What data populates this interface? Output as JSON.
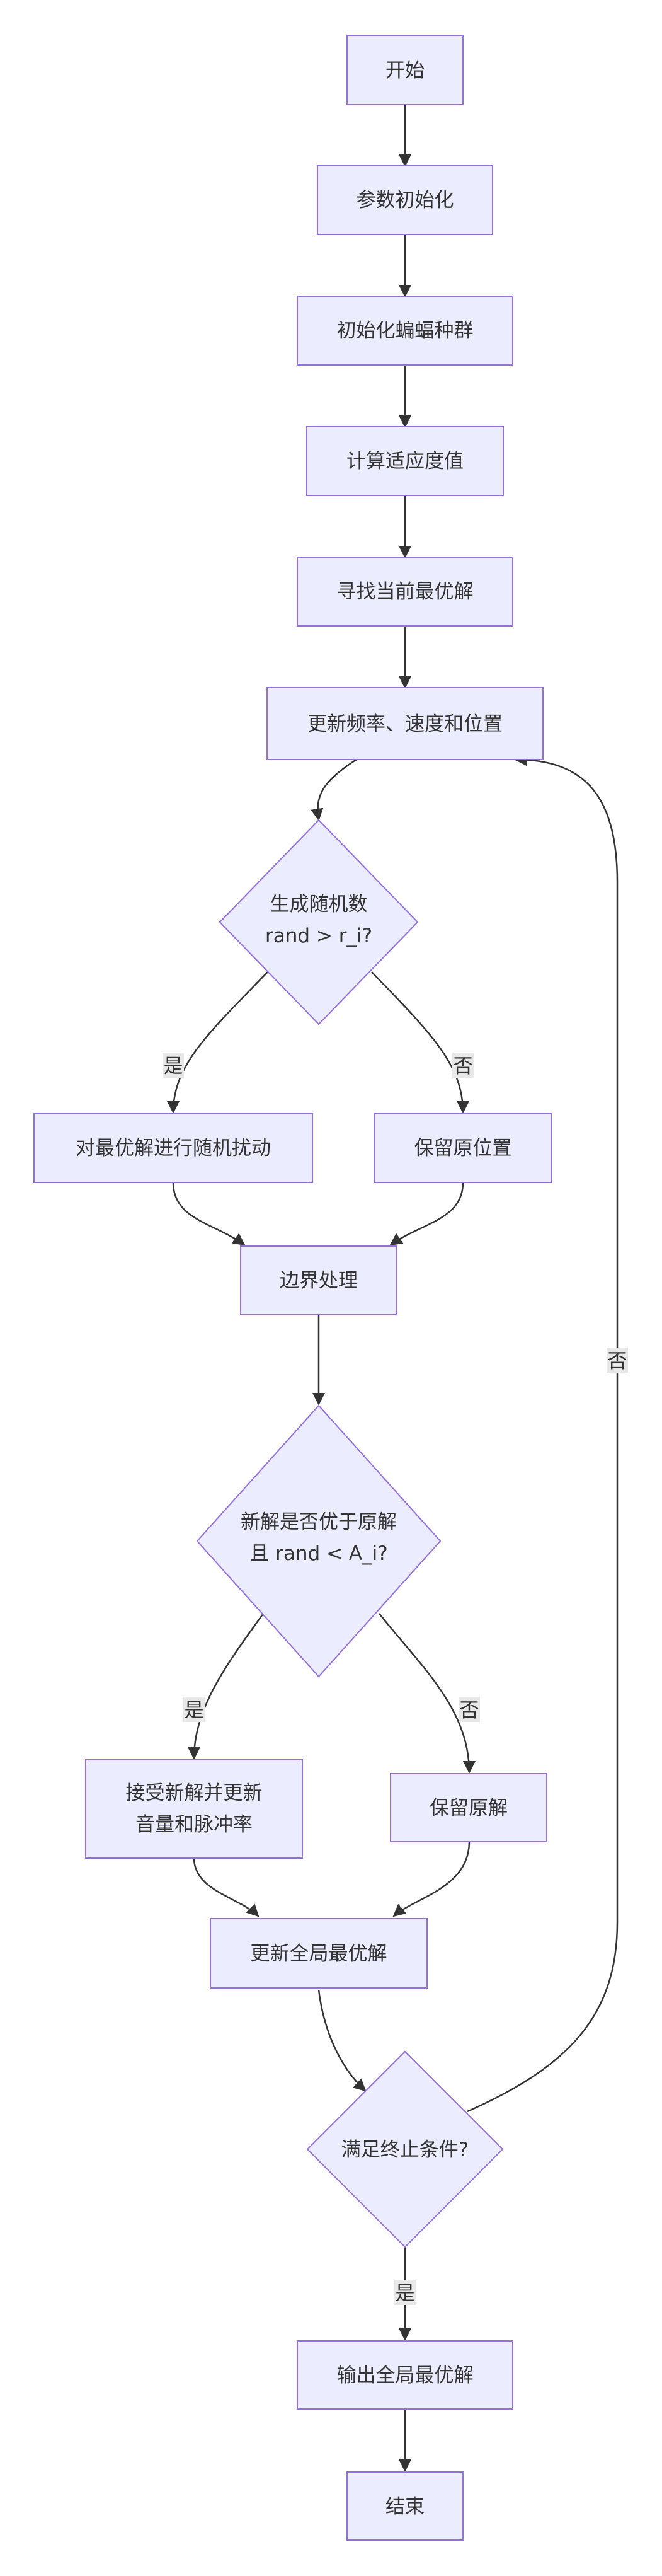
{
  "nodes": {
    "start": "开始",
    "init_params": "参数初始化",
    "init_bats": "初始化蝙蝠种群",
    "calc_fitness": "计算适应度值",
    "find_best": "寻找当前最优解",
    "update_fvp": "更新频率、速度和位置",
    "rand_line1": "生成随机数",
    "rand_line2": "rand > r_i?",
    "perturb": "对最优解进行随机扰动",
    "keep_pos": "保留原位置",
    "boundary": "边界处理",
    "accept_line1": "新解是否优于原解",
    "accept_line2": "且 rand < A_i?",
    "accept_update_line1": "接受新解并更新",
    "accept_update_line2": "音量和脉冲率",
    "keep_sol": "保留原解",
    "update_global": "更新全局最优解",
    "stop_cond": "满足终止条件?",
    "output": "输出全局最优解",
    "end": "结束"
  },
  "edge_labels": {
    "rand_yes": "是",
    "rand_no": "否",
    "accept_yes": "是",
    "accept_no": "否",
    "stop_yes": "是",
    "stop_no": "否"
  },
  "colors": {
    "node_fill": "#ECECFF",
    "node_stroke": "#9370DB",
    "edge": "#333333",
    "text": "#333333",
    "edge_label_bg": "#e8e8e8"
  }
}
